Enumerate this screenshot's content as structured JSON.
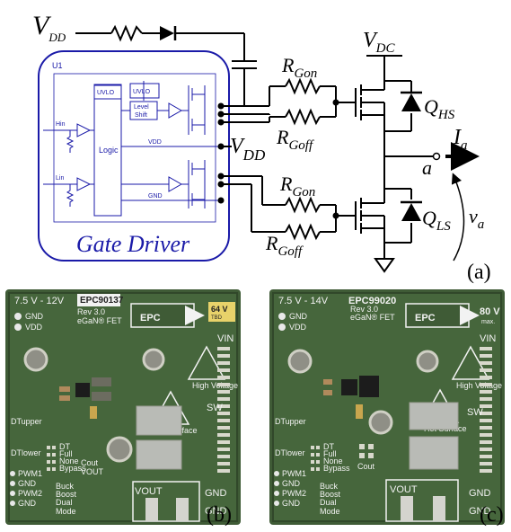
{
  "schematic": {
    "vdd_top": "V",
    "vdd_top_sub": "DD",
    "vdc": "V",
    "vdc_sub": "DC",
    "vdd_mid": "V",
    "vdd_mid_sub": "DD",
    "u1": "U1",
    "uvlo1": "UVLO",
    "uvlo2": "UVLO",
    "level": "Level",
    "shift": "Shift",
    "logic": "Logic",
    "hin": "Hin",
    "lin": "Lin",
    "vdd_pin": "VDD",
    "gnd_pin": "GND",
    "gate_driver": "Gate Driver",
    "rgon_top": "R",
    "rgon_top_sub": "Gon",
    "rgoff_top": "R",
    "rgoff_top_sub": "Goff",
    "rgon_bot": "R",
    "rgon_bot_sub": "Gon",
    "rgoff_bot": "R",
    "rgoff_bot_sub": "Goff",
    "qhs": "Q",
    "qhs_sub": "HS",
    "qls": "Q",
    "qls_sub": "LS",
    "ia": "I",
    "ia_sub": "a",
    "a_node": "a",
    "va": "v",
    "va_sub": "a",
    "panel": "(a)"
  },
  "board_b": {
    "voltage": "7.5 V - 12V",
    "part": "EPC90137",
    "rev": "Rev 3.0",
    "egan": "eGaN® FET",
    "epc": "EPC",
    "badge": "64 V",
    "badge2": "TBD",
    "gnd1": "GND",
    "vdd": "VDD",
    "vin": "VIN",
    "sw": "SW",
    "dtupper": "DTupper",
    "dtlower": "DTlower",
    "bypass": "Bypass",
    "none": "None",
    "full": "Full",
    "dt": "DT",
    "pwm1": "PWM1",
    "pwm2": "PWM2",
    "gnd2": "GND",
    "gnd3": "GND",
    "gnd4": "GND",
    "gnd5": "GND",
    "buck": "Buck",
    "boost": "Boost",
    "dual": "Dual",
    "mode": "Mode",
    "vout": "VOUT",
    "cout": "Cout",
    "high_voltage": "High Voltage",
    "hot_surface": "Hot Surface",
    "panel": "(b)"
  },
  "board_c": {
    "voltage": "7.5 V - 14V",
    "part": "EPC99020",
    "rev": "Rev 3.0",
    "egan": "eGaN® FET",
    "epc": "EPC",
    "badge": "80 V",
    "badge2": "max.",
    "gnd1": "GND",
    "vdd": "VDD",
    "vin": "VIN",
    "sw": "SW",
    "dtupper": "DTupper",
    "dtlower": "DTlower",
    "bypass": "Bypass",
    "none": "None",
    "full": "Full",
    "dt": "DT",
    "pwm1": "PWM1",
    "pwm2": "PWM2",
    "gnd2": "GND",
    "gnd3": "GND",
    "gnd4": "GND",
    "gnd5": "GND",
    "buck": "Buck",
    "boost": "Boost",
    "dual": "Dual",
    "mode": "Mode",
    "vout": "VOUT",
    "cout": "Cout",
    "high_voltage": "High Voltage",
    "hot_surface": "Hot Surface",
    "panel": "(c)"
  },
  "colors": {
    "driver_blue": "#1a1aa8",
    "pcb_green": "#3f5b36",
    "silk": "#f2f2f2",
    "wire": "#000000"
  }
}
